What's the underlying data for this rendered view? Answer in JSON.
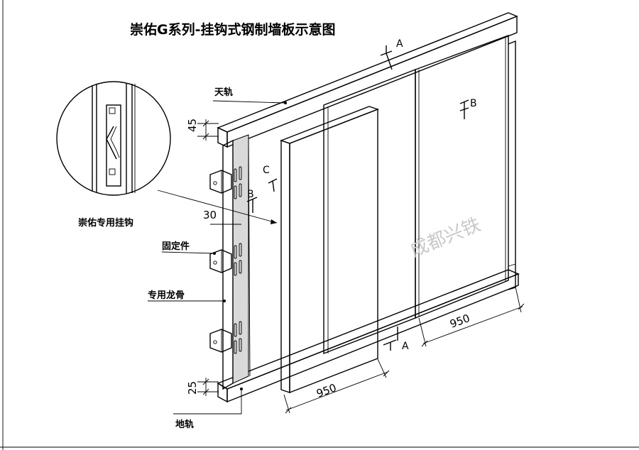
{
  "title": "崇佑G系列-挂钩式钢制墙板示意图",
  "labels": {
    "top_rail": "天轨",
    "hook": "崇佑专用挂钩",
    "fixing": "固定件",
    "keel": "专用龙骨",
    "floor_rail": "地轨"
  },
  "dimensions": {
    "top_gap": "45",
    "bottom_gap": "25",
    "offset": "30",
    "panel_width_front": "950",
    "panel_width_back": "950"
  },
  "section_marks": {
    "a_top": "A",
    "a_bottom": "A",
    "b_panel": "B",
    "b_edge": "B",
    "c_edge": "C"
  },
  "watermark": "成都兴铁"
}
